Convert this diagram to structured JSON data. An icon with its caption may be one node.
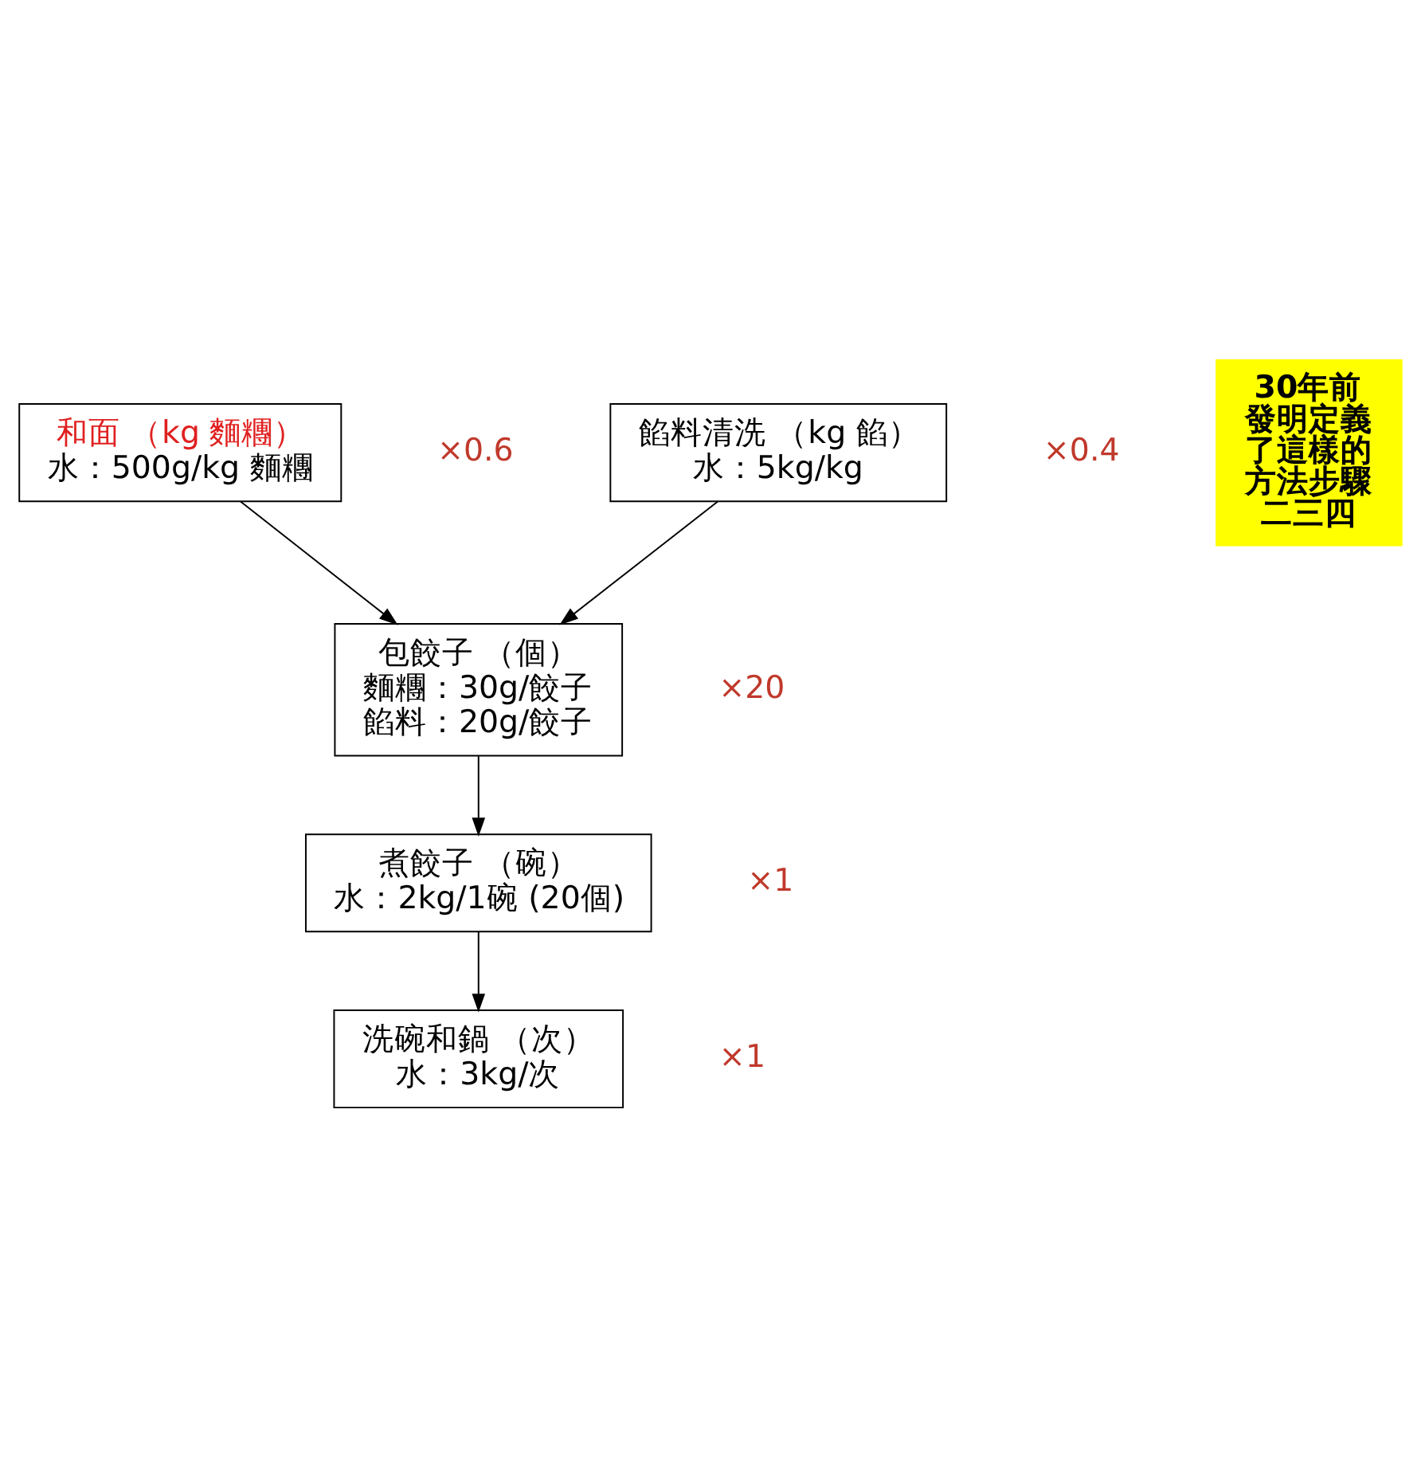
{
  "diagram": {
    "nodes": [
      {
        "text": [
          "和面 （kg 麵糰）",
          "水：500g/kg 麵糰"
        ],
        "beside": [
          "×0.6"
        ]
      },
      {
        "text": [
          "餡料清洗 （kg 餡）",
          "水：5kg/kg"
        ],
        "beside": [
          "×0.4"
        ]
      },
      {
        "text": [
          "包餃子 （個）",
          "麵糰：30g/餃子",
          "餡料：20g/餃子"
        ],
        "beside": [
          "×20"
        ]
      },
      {
        "text": [
          "煮餃子 （碗）",
          "水：2kg/1碗 (20個)"
        ],
        "beside": [
          "×1"
        ]
      },
      {
        "text": [
          "洗碗和鍋 （次）",
          "水：3kg/次"
        ],
        "beside": [
          "×1"
        ]
      },
      {
        "text": [
          "30年前發明定義了這樣的方法步驟二三四"
        ]
      }
    ],
    "edges": [
      {
        "from": 0,
        "to": 2,
        "arrow": "to"
      },
      {
        "from": 1,
        "to": 2,
        "arrow": "to"
      },
      {
        "from": 2,
        "to": 3,
        "arrow": "to"
      },
      {
        "from": 3,
        "to": 4,
        "arrow": "to"
      }
    ]
  }
}
